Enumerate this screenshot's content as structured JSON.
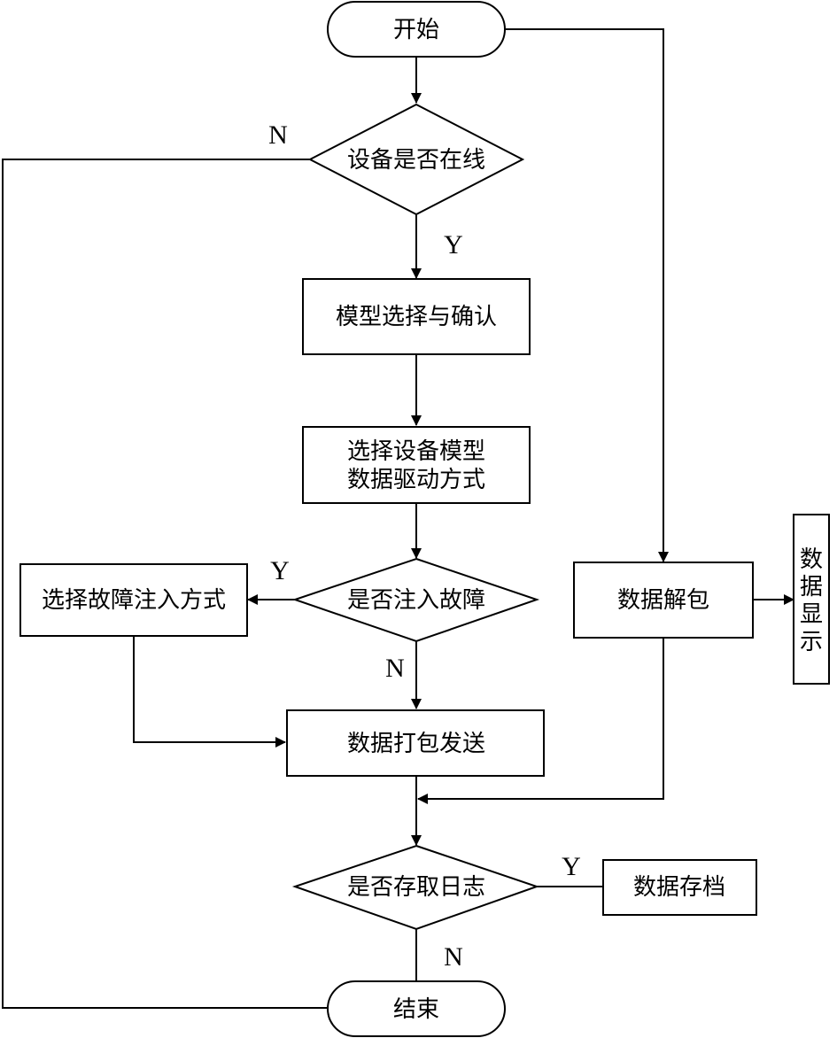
{
  "nodes": {
    "start": "开始",
    "online_check": "设备是否在线",
    "model_select": "模型选择与确认",
    "drive_mode_line1": "选择设备模型",
    "drive_mode_line2": "数据驱动方式",
    "fault_check": "是否注入故障",
    "fault_mode": "选择故障注入方式",
    "pack_send": "数据打包发送",
    "log_check": "是否存取日志",
    "archive": "数据存档",
    "end": "结束",
    "unpack": "数据解包",
    "display": [
      "数",
      "据",
      "显",
      "示"
    ]
  },
  "edge_labels": {
    "online_no": "N",
    "online_yes": "Y",
    "fault_yes": "Y",
    "fault_no": "N",
    "log_yes": "Y",
    "log_no": "N"
  },
  "colors": {
    "stroke": "#000000",
    "fill": "#ffffff"
  }
}
